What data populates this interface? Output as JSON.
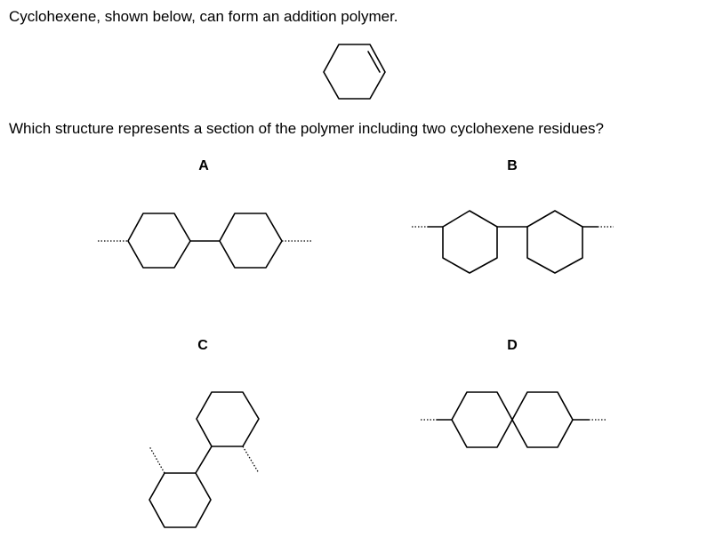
{
  "question": {
    "intro": "Cyclohexene, shown below, can form an addition polymer.",
    "prompt": "Which structure represents a section of the polymer including two cyclohexene residues?"
  },
  "options": [
    {
      "label": "A"
    },
    {
      "label": "B"
    },
    {
      "label": "C"
    },
    {
      "label": "D"
    }
  ]
}
